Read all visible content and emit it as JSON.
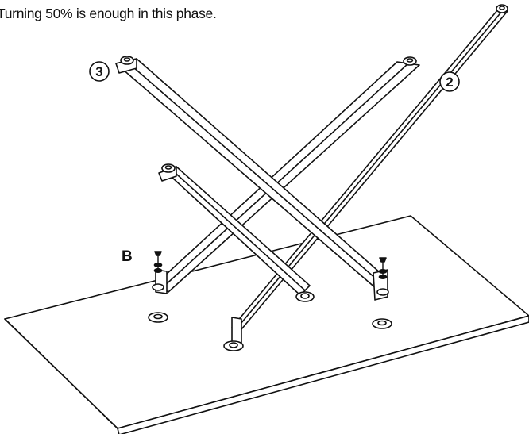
{
  "instruction": "Turning 50% is enough in this phase.",
  "callouts": {
    "leg_3": "3",
    "leg_2": "2"
  },
  "label_b": "B",
  "colors": {
    "line": "#111111",
    "fill": "#ffffff"
  }
}
